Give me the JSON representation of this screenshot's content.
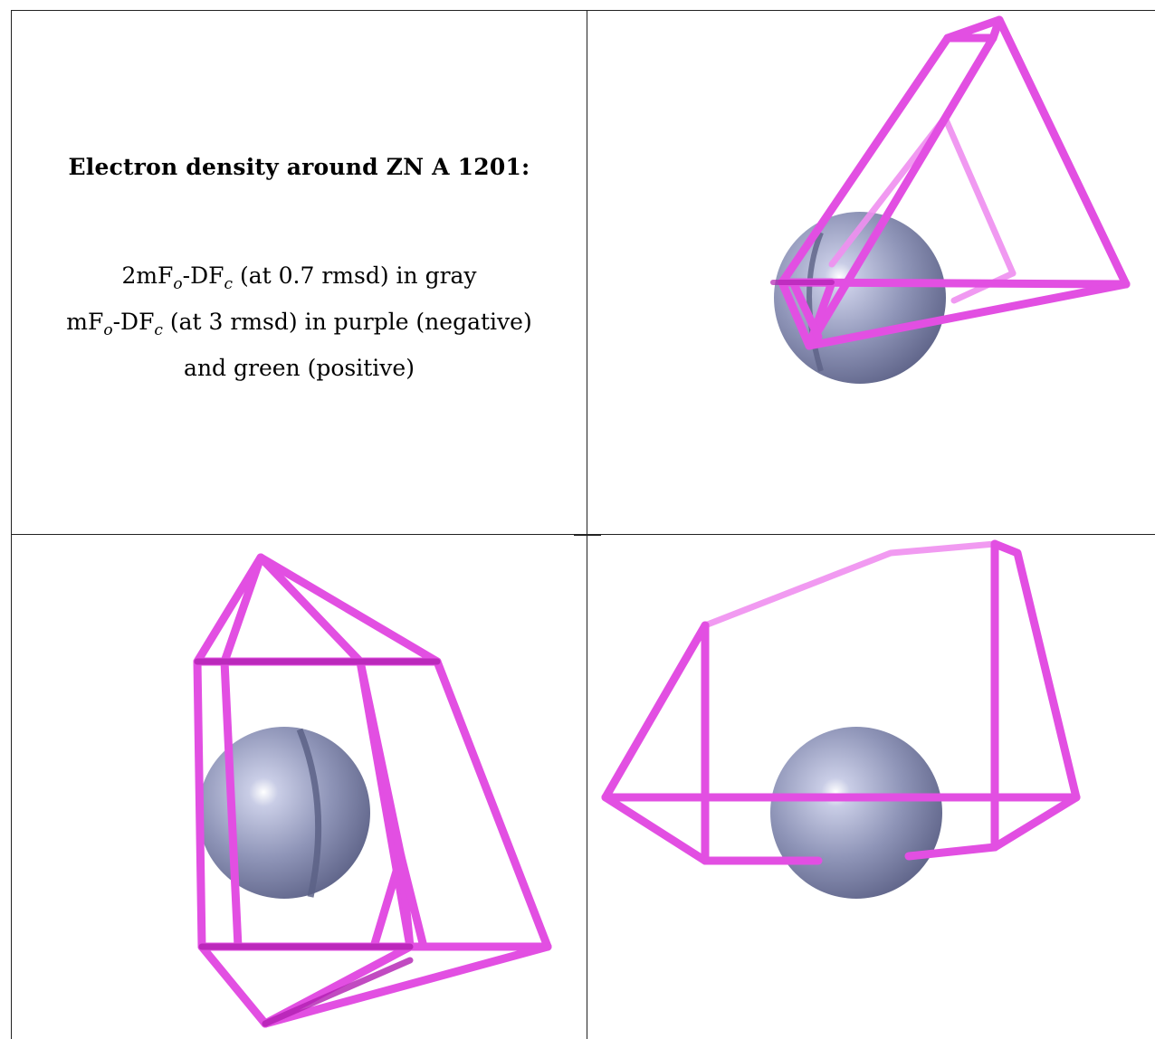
{
  "title": "Electron density around ZN A 1201:",
  "lines": {
    "line1": {
      "pre": "2mF",
      "sub1": "o",
      "mid": "-DF",
      "sub2": "c",
      "post": " (at 0.7 rmsd) in gray"
    },
    "line2": {
      "pre": "mF",
      "sub1": "o",
      "mid": "-DF",
      "sub2": "c",
      "post": " (at 3 rmsd) in purple (negative)"
    },
    "line3": "and green (positive)"
  },
  "colors": {
    "mesh_negative": "#e24fe2",
    "mesh_dark": "#b21fb2",
    "atom": "#8c92b5",
    "frame": "#222222"
  },
  "panels": [
    {
      "name": "view-1",
      "atom": "ZN"
    },
    {
      "name": "view-2",
      "atom": "ZN"
    },
    {
      "name": "view-3",
      "atom": "ZN"
    }
  ]
}
